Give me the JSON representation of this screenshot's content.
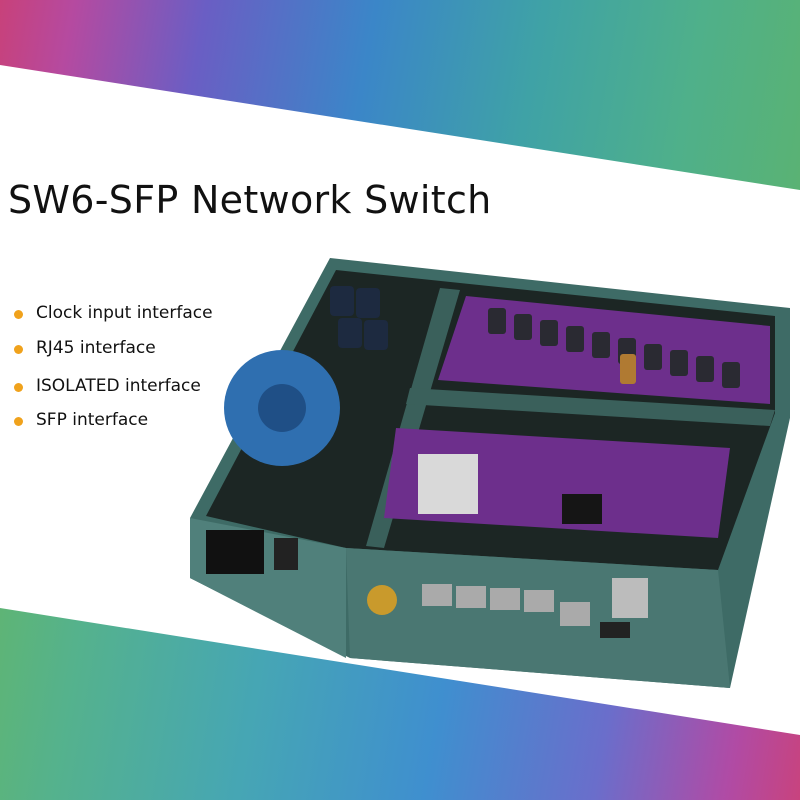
{
  "title": "SW6-SFP Network Switch",
  "features": [
    "Clock input interface",
    "RJ45 interface",
    "ISOLATED interface",
    "SFP interface"
  ],
  "colors": {
    "bullet": "#f0a21c",
    "chassis": "#3e6b66",
    "pcb": "#6d2f8c",
    "transformer": "#2f6fb0"
  }
}
